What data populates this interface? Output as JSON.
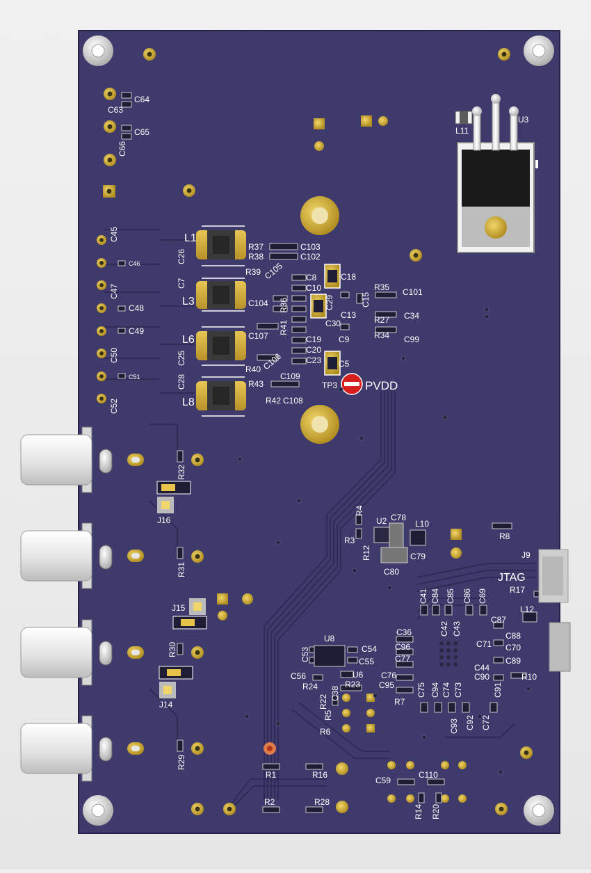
{
  "board": {
    "colors": {
      "background": "#e8e8e8",
      "pcb": "#3e3a6b",
      "pcb_edge": "#2f2b57",
      "trace": "#2b2850",
      "copper": "#d4b13c",
      "pad_silver": "#c7c7c7",
      "silkscreen": "#ffffff",
      "connector": "#e9e9e9",
      "testpoint": "#d81f1f"
    },
    "labels": {
      "C64": "C64",
      "C63": "C63",
      "C65": "C65",
      "C66": "C66",
      "U3": "U3",
      "L11": "L11",
      "L1": "L1",
      "L3": "L3",
      "L6": "L6",
      "L8": "L8",
      "C45": "C45",
      "C46": "C46",
      "C47": "C47",
      "C48": "C48",
      "C49": "C49",
      "C50": "C50",
      "C51": "C51",
      "C52": "C52",
      "C26": "C26",
      "C7": "C7",
      "C25": "C25",
      "C28": "C28",
      "R37": "R37",
      "R38": "R38",
      "C103": "C103",
      "C102": "C102",
      "R39": "R39",
      "C105": "C105",
      "C8": "C8",
      "C10": "C10",
      "C18": "C18",
      "C104": "C104",
      "R36": "R36",
      "C29": "C29",
      "C13": "C13",
      "C15": "C15",
      "R35": "R35",
      "C101": "C101",
      "R27": "R27",
      "C34": "C34",
      "R34": "R34",
      "C99": "C99",
      "C107": "C107",
      "R41": "R41",
      "C30": "C30",
      "C9": "C9",
      "C19": "C19",
      "C20": "C20",
      "C23": "C23",
      "C5": "C5",
      "R40": "R40",
      "C106": "C106",
      "C109": "C109",
      "R43": "R43",
      "R42": "R42",
      "C108": "C108",
      "TP3": "TP3",
      "PVDD": "PVDD",
      "R32": "R32",
      "J16": "J16",
      "R31": "R31",
      "J15": "J15",
      "R30": "R30",
      "J14": "J14",
      "R29": "R29",
      "R4": "R4",
      "U2": "U2",
      "C78": "C78",
      "L10": "L10",
      "R3": "R3",
      "R12": "R12",
      "C79": "C79",
      "C80": "C80",
      "R8": "R8",
      "J9": "J9",
      "JTAG": "JTAG",
      "R17": "R17",
      "C41": "C41",
      "C84": "C84",
      "C85": "C85",
      "C86": "C86",
      "C69": "C69",
      "C42": "C42",
      "C43": "C43",
      "L12": "L12",
      "C87": "C87",
      "C88": "C88",
      "C71": "C71",
      "C70": "C70",
      "C89": "C89",
      "C44": "C44",
      "C90": "C90",
      "R10": "R10",
      "C36": "C36",
      "C96": "C96",
      "C77": "C77",
      "C76": "C76",
      "C95": "C95",
      "R7": "R7",
      "C75": "C75",
      "C94": "C94",
      "C74": "C74",
      "C73": "C73",
      "C91": "C91",
      "C93": "C93",
      "C92": "C92",
      "C72": "C72",
      "U8": "U8",
      "C54": "C54",
      "C55": "C55",
      "C53": "C53",
      "C56": "C56",
      "U6": "U6",
      "R24": "R24",
      "R23": "R23",
      "R22": "R22",
      "C38": "C38",
      "R5": "R5",
      "R6": "R6",
      "R1": "R1",
      "R16": "R16",
      "C59": "C59",
      "C110": "C110",
      "R2": "R2",
      "R28": "R28",
      "R14": "R14",
      "R20": "R20"
    }
  }
}
